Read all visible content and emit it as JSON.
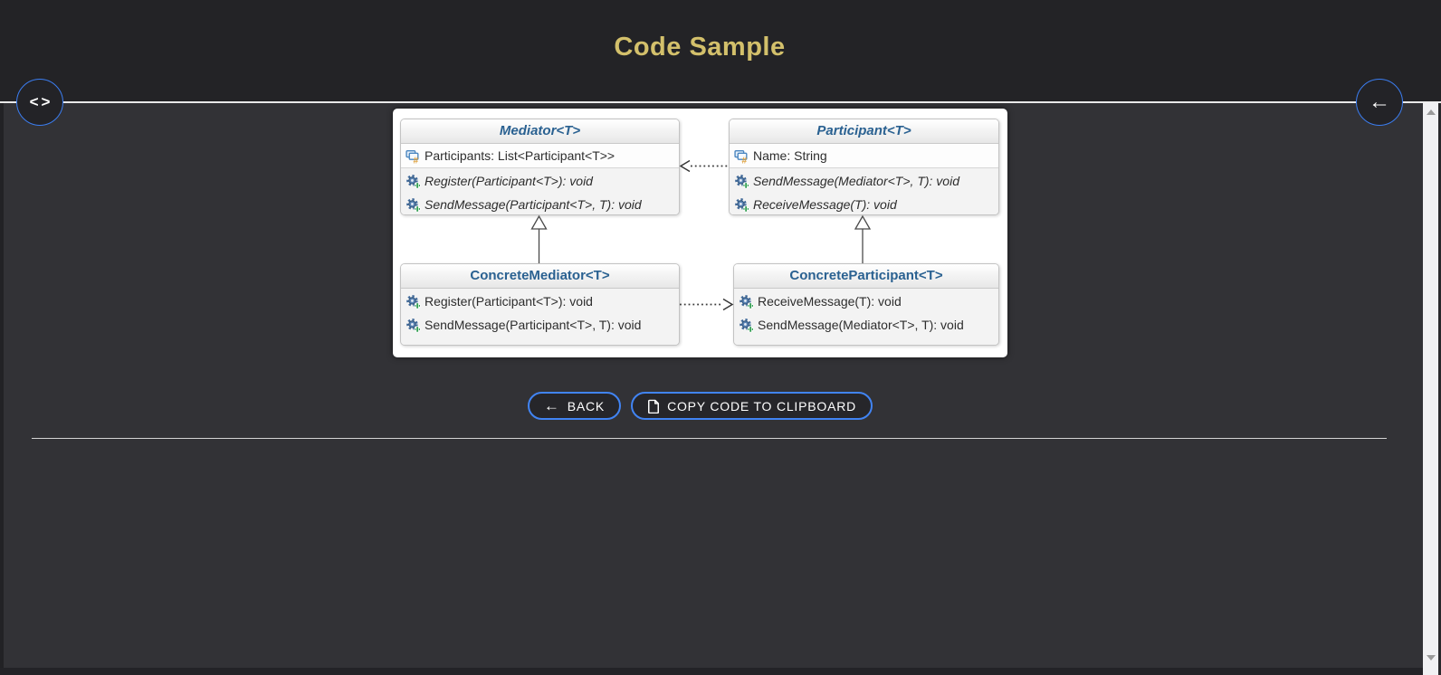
{
  "header": {
    "title": "Code Sample"
  },
  "floating_buttons": {
    "code_toggle": {
      "icon": "<>"
    },
    "back_nav": {
      "icon": "←"
    }
  },
  "diagram": {
    "classes": [
      {
        "name": "Mediator<T>",
        "stereotype": "abstract",
        "fields": [
          {
            "icon": "field-icon",
            "text": "Participants: List<Participant<T>>"
          }
        ],
        "methods": [
          {
            "icon": "method-icon",
            "text": "Register(Participant<T>): void"
          },
          {
            "icon": "method-icon",
            "text": "SendMessage(Participant<T>, T): void"
          }
        ]
      },
      {
        "name": "Participant<T>",
        "stereotype": "abstract",
        "fields": [
          {
            "icon": "field-icon",
            "text": "Name: String"
          }
        ],
        "methods": [
          {
            "icon": "method-icon",
            "text": "SendMessage(Mediator<T>, T): void"
          },
          {
            "icon": "method-icon",
            "text": "ReceiveMessage(T): void"
          }
        ]
      },
      {
        "name": "ConcreteMediator<T>",
        "stereotype": "concrete",
        "fields": [],
        "methods": [
          {
            "icon": "method-icon",
            "text": "Register(Participant<T>): void"
          },
          {
            "icon": "method-icon",
            "text": "SendMessage(Participant<T>, T): void"
          }
        ]
      },
      {
        "name": "ConcreteParticipant<T>",
        "stereotype": "concrete",
        "fields": [],
        "methods": [
          {
            "icon": "method-icon",
            "text": "ReceiveMessage(T): void"
          },
          {
            "icon": "method-icon",
            "text": "SendMessage(Mediator<T>, T): void"
          }
        ]
      }
    ],
    "relations": [
      {
        "from": "Participant<T>",
        "to": "Mediator<T>",
        "type": "dashed-dependency"
      },
      {
        "from": "ConcreteMediator<T>",
        "to": "Mediator<T>",
        "type": "inheritance"
      },
      {
        "from": "ConcreteParticipant<T>",
        "to": "Participant<T>",
        "type": "inheritance"
      },
      {
        "from": "ConcreteMediator<T>",
        "to": "ConcreteParticipant<T>",
        "type": "dashed-dependency"
      }
    ]
  },
  "actions": {
    "back": {
      "icon": "←",
      "label": "BACK"
    },
    "copy": {
      "icon": "copy-document-icon",
      "label": "COPY CODE TO CLIPBOARD"
    }
  },
  "colors": {
    "header_bg": "#232326",
    "content_bg": "#323236",
    "title_gold": "#d3c06b",
    "accent_blue": "#4184f3",
    "class_title_blue": "#2a6191"
  }
}
